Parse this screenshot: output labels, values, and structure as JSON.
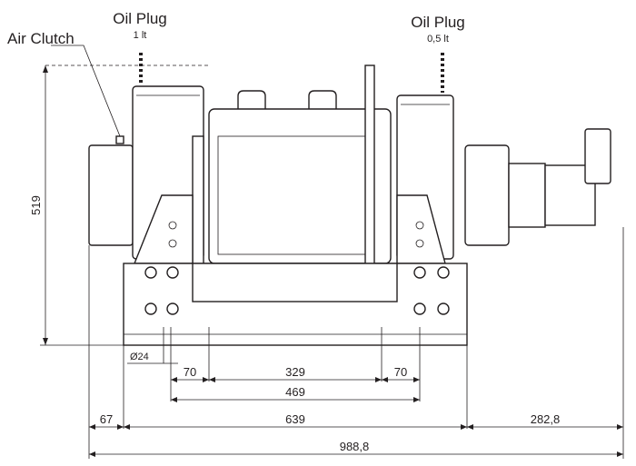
{
  "labels": {
    "oil_plug_left": "Oil Plug",
    "oil_plug_left_volume": "1 lt",
    "oil_plug_right": "Oil Plug",
    "oil_plug_right_volume": "0,5 lt",
    "air_clutch": "Air Clutch"
  },
  "dimensions": {
    "height": "519",
    "hole_diameter": "Ø24",
    "hole_offset_left": "70",
    "hole_spacing_center": "329",
    "hole_offset_right": "70",
    "hole_spacing_total": "469",
    "overhang_left": "67",
    "base_length": "639",
    "overhang_right": "282,8",
    "overall_length": "988,8"
  }
}
